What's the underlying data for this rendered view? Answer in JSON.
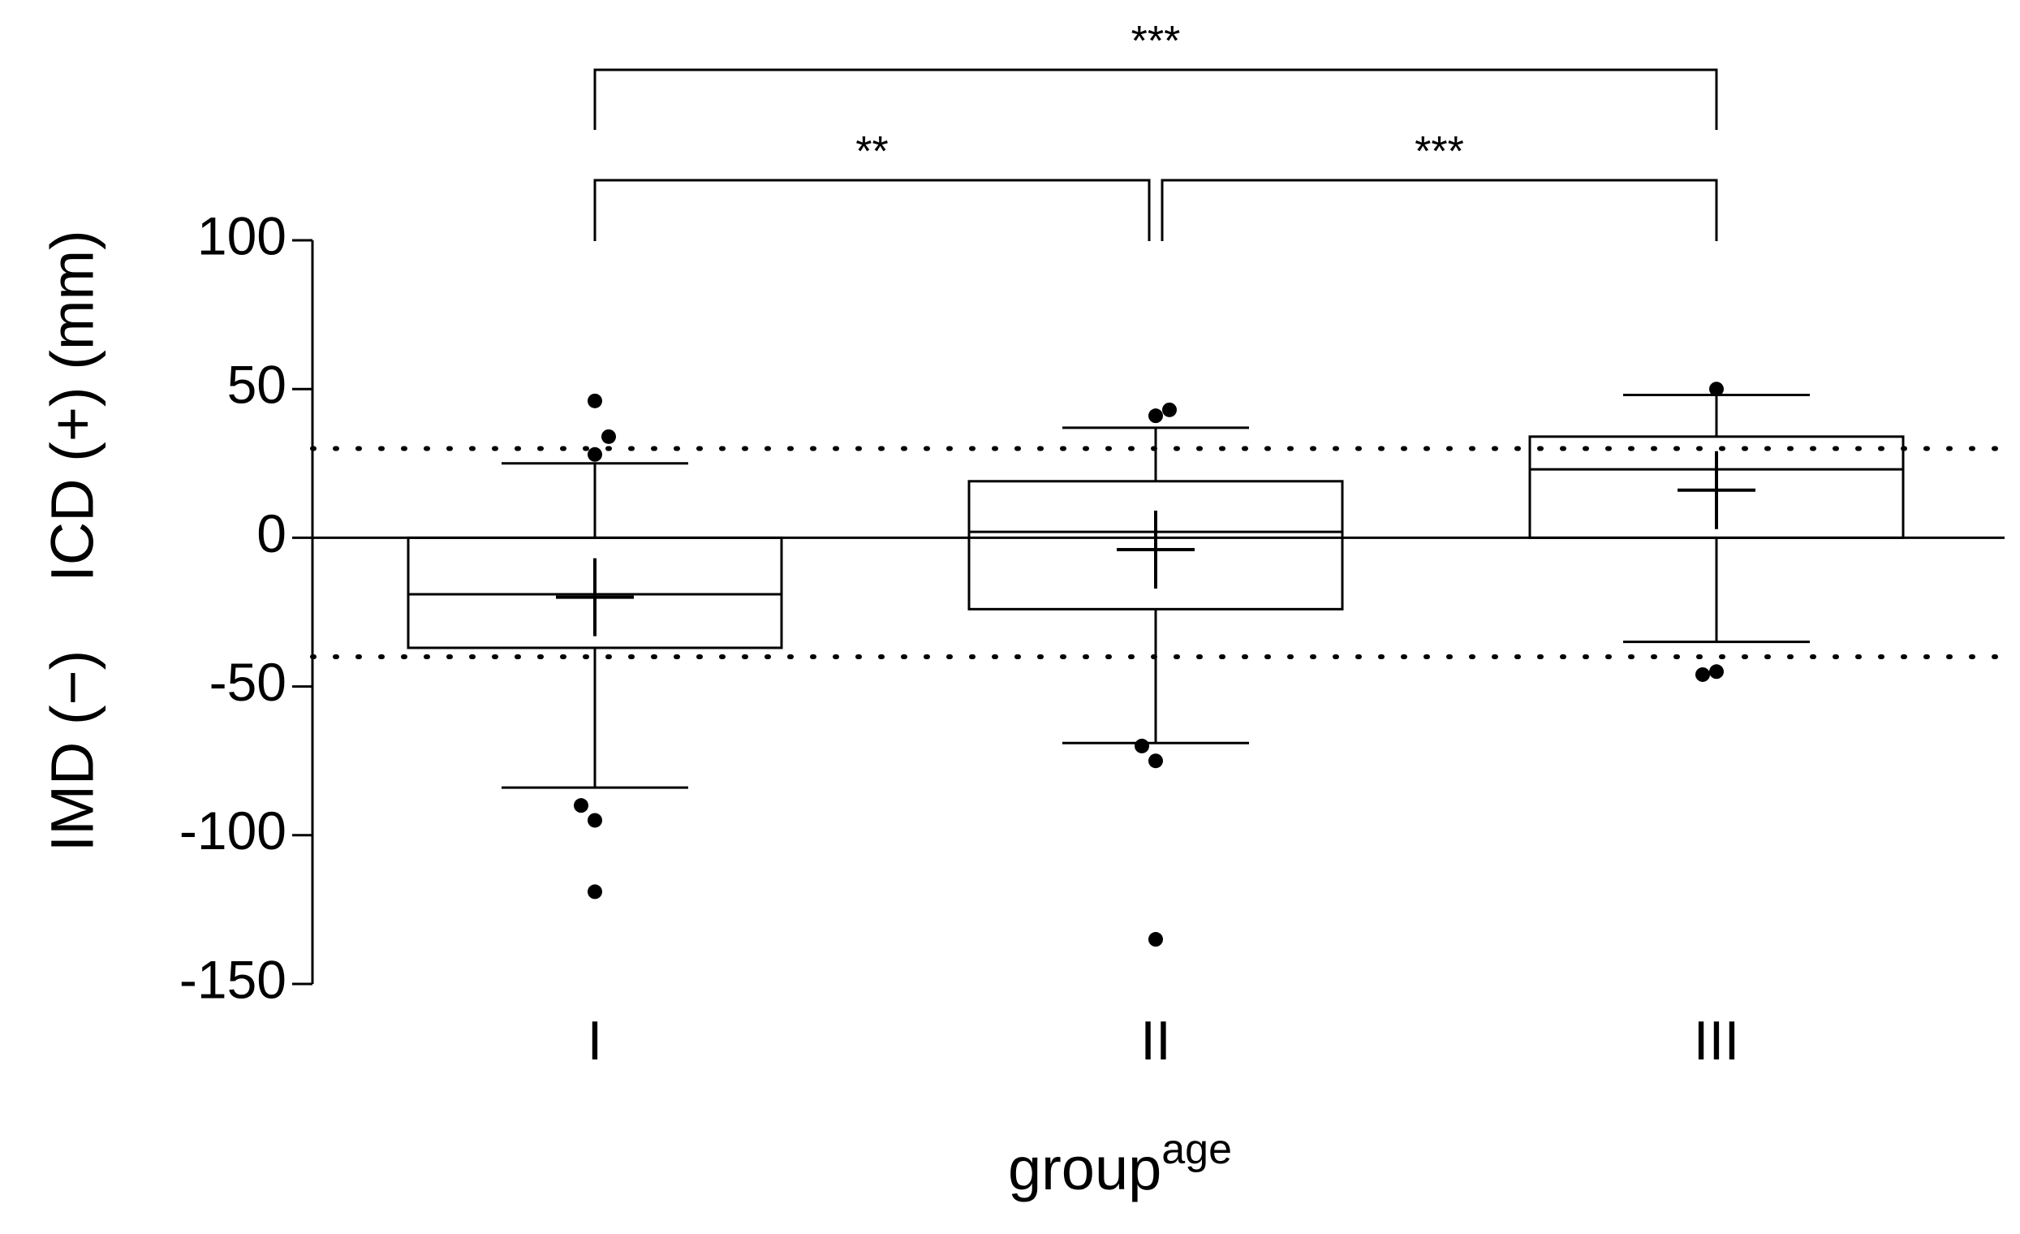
{
  "chart_data": {
    "type": "box",
    "ylabel_upper": "ICD (+) (mm)",
    "ylabel_lower": "IMD (−)",
    "xlabel": "group",
    "xlabel_superscript": "age",
    "ylim": [
      -150,
      100
    ],
    "yticks": [
      {
        "value": 100,
        "label": "100"
      },
      {
        "value": 50,
        "label": "50"
      },
      {
        "value": 0,
        "label": "0"
      },
      {
        "value": -50,
        "label": "-50"
      },
      {
        "value": -100,
        "label": "-100"
      },
      {
        "value": -150,
        "label": "-150"
      }
    ],
    "reference_lines": [
      30,
      -40
    ],
    "zero_line": 0,
    "categories": [
      "I",
      "II",
      "III"
    ],
    "boxes": [
      {
        "category": "I",
        "q1": -37,
        "median": -19,
        "q3": 0,
        "whisker_low": -84,
        "whisker_high": 25,
        "mean": -20,
        "outliers": [
          {
            "y": 46,
            "dx": 0
          },
          {
            "y": 34,
            "dx": 17
          },
          {
            "y": 28,
            "dx": 0
          },
          {
            "y": -90,
            "dx": -17
          },
          {
            "y": -95,
            "dx": 0
          },
          {
            "y": -119,
            "dx": 0
          }
        ]
      },
      {
        "category": "II",
        "q1": -24,
        "median": 2,
        "q3": 19,
        "whisker_low": -69,
        "whisker_high": 37,
        "mean": -4,
        "outliers": [
          {
            "y": 41,
            "dx": 0
          },
          {
            "y": 43,
            "dx": 17
          },
          {
            "y": -70,
            "dx": -17
          },
          {
            "y": -75,
            "dx": 0
          },
          {
            "y": -135,
            "dx": 0
          }
        ]
      },
      {
        "category": "III",
        "q1": 0,
        "median": 23,
        "q3": 34,
        "whisker_low": -35,
        "whisker_high": 48,
        "mean": 16,
        "outliers": [
          {
            "y": 50,
            "dx": 0
          },
          {
            "y": -46,
            "dx": -17
          },
          {
            "y": -45,
            "dx": 0
          }
        ]
      }
    ],
    "significance": [
      {
        "from": "I",
        "to": "III",
        "label": "***",
        "level": 2
      },
      {
        "from": "I",
        "to": "II",
        "label": "**",
        "level": 1
      },
      {
        "from": "II",
        "to": "III",
        "label": "***",
        "level": 1
      }
    ],
    "grid": false,
    "legend": "none"
  }
}
